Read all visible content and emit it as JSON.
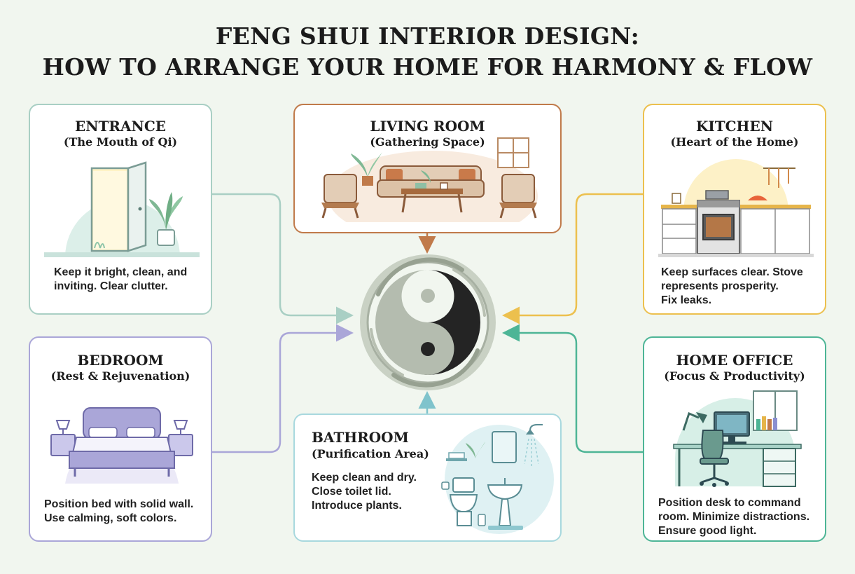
{
  "title": {
    "line1": "FENG SHUI INTERIOR DESIGN:",
    "line2": "HOW TO ARRANGE YOUR HOME FOR HARMONY & FLOW"
  },
  "colors": {
    "entrance": "#a9cfc4",
    "living": "#c07a4a",
    "kitchen": "#ecc04e",
    "bedroom": "#aaa6d8",
    "bathroom": "#a8d8de",
    "office": "#4db596",
    "yin": "#242424",
    "yang": "#b4bcaf"
  },
  "rooms": {
    "entrance": {
      "title": "ENTRANCE",
      "subtitle": "(The Mouth of Qi)",
      "desc": [
        "Keep it bright, clean, and",
        "inviting. Clear clutter."
      ],
      "icon": "open-door-plant-illustration"
    },
    "living": {
      "title": "LIVING ROOM",
      "subtitle": "(Gathering Space)",
      "icon": "sofa-chairs-table-illustration"
    },
    "kitchen": {
      "title": "KITCHEN",
      "subtitle": "(Heart of the Home)",
      "desc": [
        "Keep surfaces clear. Stove",
        "represents prosperity.",
        "Fix leaks."
      ],
      "icon": "kitchen-stove-counter-illustration"
    },
    "bedroom": {
      "title": "BEDROOM",
      "subtitle": "(Rest & Rejuvenation)",
      "desc": [
        "Position bed with solid wall.",
        "Use calming, soft colors."
      ],
      "icon": "bed-nightstands-illustration"
    },
    "bathroom": {
      "title": "BATHROOM",
      "subtitle": "(Purification Area)",
      "desc": [
        "Keep clean and dry.",
        "Close toilet lid.",
        "Introduce plants."
      ],
      "icon": "toilet-sink-shower-illustration"
    },
    "office": {
      "title": "HOME OFFICE",
      "subtitle": "(Focus & Productivity)",
      "desc": [
        "Position desk to command",
        "room. Minimize distractions.",
        "Ensure good light."
      ],
      "icon": "desk-chair-monitor-illustration"
    }
  },
  "center": {
    "icon": "yin-yang-swirl-icon"
  }
}
